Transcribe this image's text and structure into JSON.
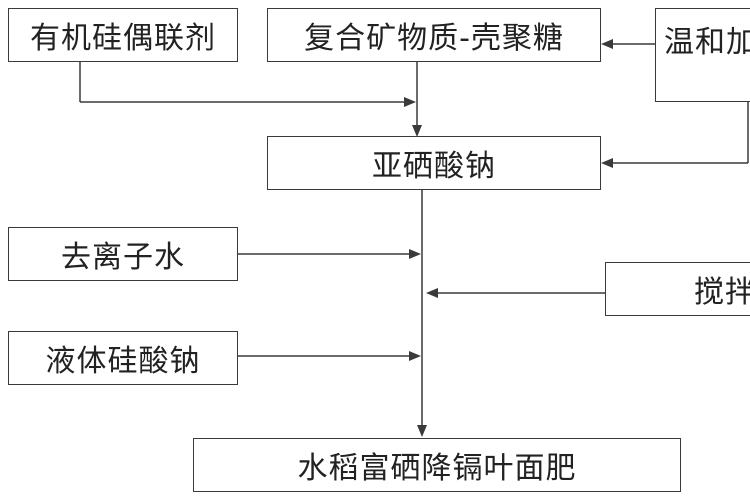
{
  "diagram": {
    "nodes": {
      "organosilicon": "有机硅偶联剂",
      "composite": "复合矿物质-壳聚糖",
      "gentle_heat": "温和加",
      "sodium_selenite": "亚硒酸钠",
      "deionized_water": "去离子水",
      "stir": "搅拌",
      "liquid_sodium_silicate": "液体硅酸钠",
      "product": "水稻富硒降镉叶面肥"
    }
  }
}
